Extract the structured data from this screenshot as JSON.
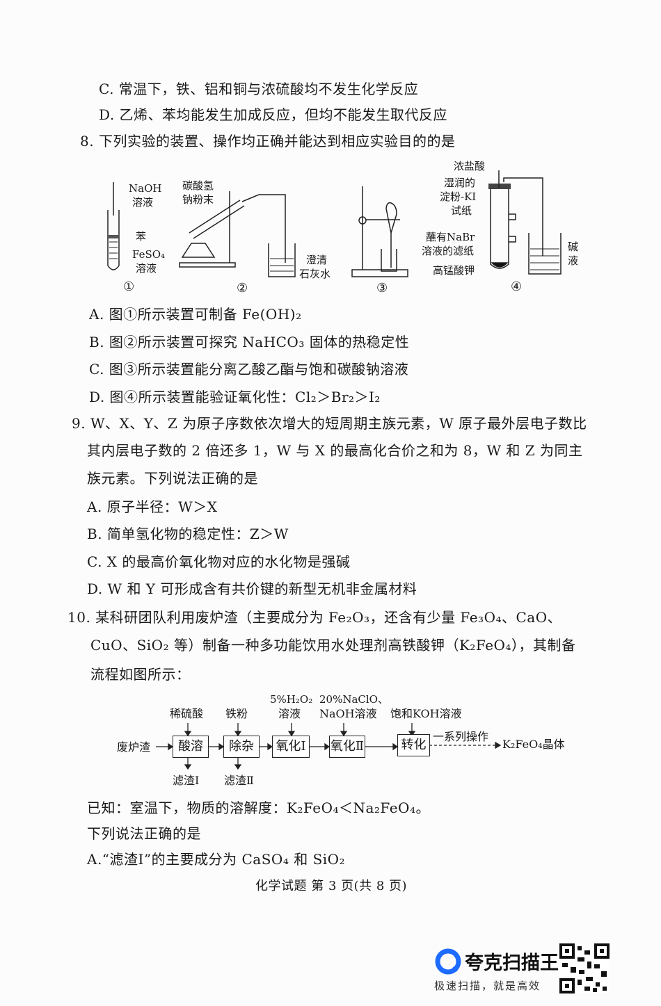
{
  "q7": {
    "C": "C. 常温下，铁、铝和铜与浓硫酸均不发生化学反应",
    "D": "D. 乙烯、苯均能发生加成反应，但均不能发生取代反应"
  },
  "q8": {
    "stem": "8. 下列实验的装置、操作均正确并能达到相应实验目的的是",
    "figure": {
      "f1": {
        "naoh1": "NaOH",
        "naoh2": "溶液",
        "benzene": "苯",
        "feso4": "FeSO₄",
        "feso4b": "溶液",
        "num": "①"
      },
      "f2": {
        "nahco3a": "碳酸氢",
        "nahco3b": "钠粉末",
        "lime1": "澄清",
        "lime2": "石灰水",
        "num": "②"
      },
      "f3": {
        "num": "③"
      },
      "f4": {
        "hcl": "浓盐酸",
        "ki1": "湿润的",
        "ki2": "淀粉-KI",
        "ki3": "试纸",
        "nabr1": "蘸有NaBr",
        "nabr2": "溶液的滤纸",
        "kmno4": "高锰酸钾",
        "alk1": "碱",
        "alk2": "液",
        "num": "④"
      }
    },
    "A": "A. 图①所示装置可制备 Fe(OH)₂",
    "B": "B. 图②所示装置可探究 NaHCO₃ 固体的热稳定性",
    "C": "C. 图③所示装置能分离乙酸乙酯与饱和碳酸钠溶液",
    "D": "D. 图④所示装置能验证氧化性：Cl₂＞Br₂＞I₂"
  },
  "q9": {
    "l1": "9. W、X、Y、Z 为原子序数依次增大的短周期主族元素，W 原子最外层电子数比",
    "l2": "其内层电子数的 2 倍还多 1，W 与 X 的最高化合价之和为 8，W 和 Z 为同主",
    "l3": "族元素。下列说法正确的是",
    "A": "A. 原子半径：W＞X",
    "B": "B. 简单氢化物的稳定性：Z＞W",
    "C": "C. X 的最高价氧化物对应的水化物是强碱",
    "D": "D. W 和 Y 可形成含有共价键的新型无机非金属材料"
  },
  "q10": {
    "l1": "10. 某科研团队利用废炉渣（主要成分为 Fe₂O₃，还含有少量 Fe₃O₄、CaO、",
    "l2": "CuO、SiO₂ 等）制备一种多功能饮用水处理剂高铁酸钾（K₂FeO₄），其制备",
    "l3": "流程如图所示：",
    "flow": {
      "input": "废炉渣",
      "steps": [
        "酸溶",
        "除杂",
        "氧化Ⅰ",
        "氧化Ⅱ",
        "转化"
      ],
      "reagents": [
        "稀硫酸",
        "铁粉",
        "5%H₂O₂",
        "溶液",
        "20%NaClO、",
        "NaOH溶液",
        "饱和KOH溶液"
      ],
      "residues": [
        "滤渣Ⅰ",
        "滤渣Ⅱ"
      ],
      "ops": "一系列操作",
      "product": "K₂FeO₄晶体"
    },
    "known": "已知：室温下，物质的溶解度：K₂FeO₄＜Na₂FeO₄。",
    "ask": "下列说法正确的是",
    "A": "A.“滤渣Ⅰ”的主要成分为 CaSO₄ 和 SiO₂"
  },
  "footer": "化学试题 第 3 页(共 8 页)",
  "watermark": {
    "brand": "夸克扫描王",
    "slogan": "极速扫描，就是高效",
    "color": "#1e6bff"
  }
}
